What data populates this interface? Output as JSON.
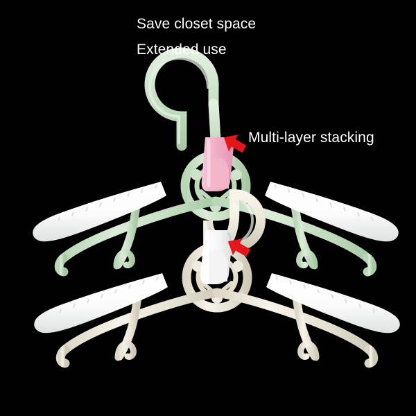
{
  "scene": {
    "background_color": "#000000",
    "subject": "stackable-clothes-hangers"
  },
  "captions": {
    "lines": [
      {
        "text": "Save closet space"
      },
      {
        "text": "Extended use"
      }
    ]
  },
  "callouts": [
    {
      "label": "Multi-layer stacking",
      "arrow_color": "#e4161b",
      "points_to": "pink-connector-clip"
    },
    {
      "label": "",
      "arrow_color": "#e4161b",
      "points_to": "white-connector-clip"
    }
  ],
  "colors": {
    "background": "#000000",
    "text": "#ffffff",
    "arrow_red": "#e4161b",
    "mint_green": "#c9e0c6",
    "mint_green_shadow": "#a9c9a6",
    "mint_green_light": "#dcecd9",
    "cream": "#ece7da",
    "cream_shadow": "#d3cdbd",
    "cream_light": "#f6f3ea",
    "pad_white": "#fbfbfb",
    "pad_white_shadow": "#dfe3e0",
    "clip_pink": "#f0a8c0",
    "clip_pink_light": "#f8c6d8",
    "clip_white": "#fdfdfd",
    "clip_white_shadow": "#e2e2e2"
  },
  "parts": {
    "upper_hanger": {
      "name": "mint-green-hanger",
      "color": "#c9e0c6",
      "hook": "swivel-hook",
      "hub": "center-ring-hub",
      "shoulder_pads": "white-non-slip-pads",
      "clip": "pink-connector-clip"
    },
    "lower_hanger": {
      "name": "cream-hanger",
      "color": "#ece7da",
      "hook": "swivel-hook",
      "hub": "center-ring-hub",
      "shoulder_pads": "white-non-slip-pads",
      "clip": "white-connector-clip"
    }
  }
}
